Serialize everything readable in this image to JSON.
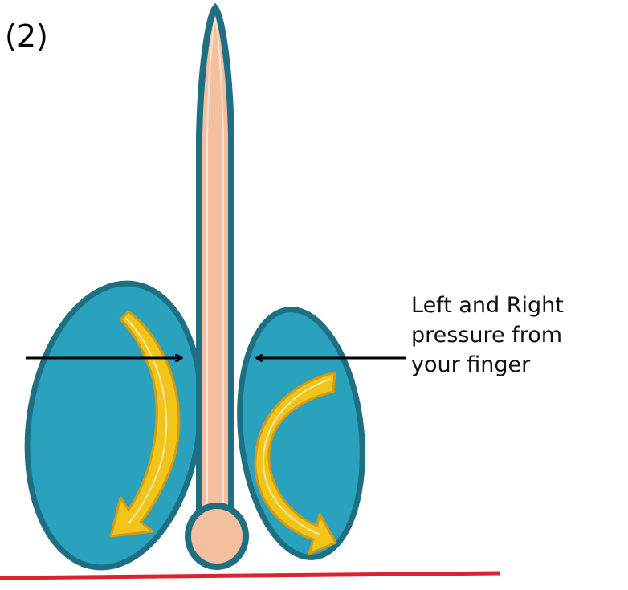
{
  "step_label": "(2)",
  "caption": {
    "line1": "Left and Right",
    "line2": "pressure from",
    "line3": "your finger"
  },
  "colors": {
    "lobe_fill": "#2aa1bd",
    "lobe_stroke": "#1f6f82",
    "shaft_fill": "#f4bf9f",
    "arrow_fill": "#f0c419",
    "arrow_stroke": "#d49b12",
    "base_line": "#d9232e",
    "pointer_arrow": "#000000"
  }
}
